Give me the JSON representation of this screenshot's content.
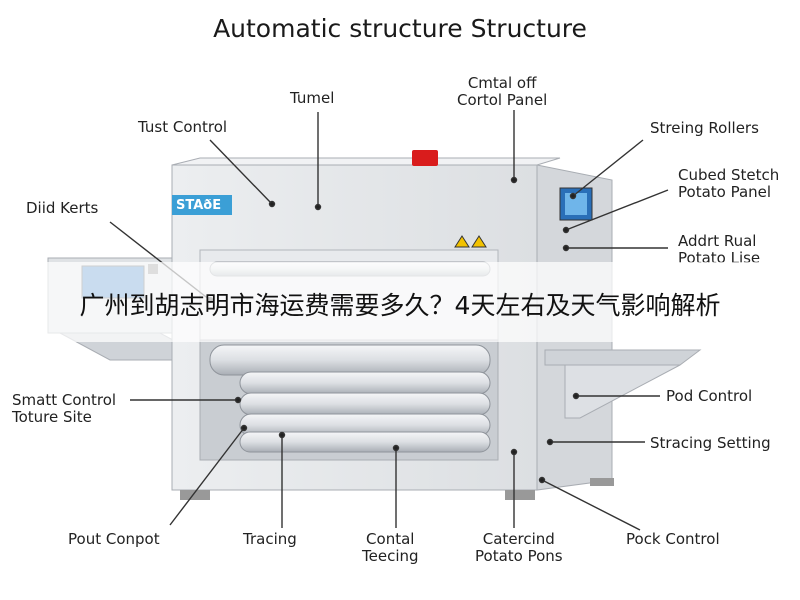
{
  "title": "Automatic structure Structure",
  "banner": "广州到胡志明市海运费需要多久？4天左右及天气影响解析",
  "badge": "STAðE",
  "labels": {
    "tumel": "Tumel",
    "central_panel": "Cmtal off\nCortol Panel",
    "tust_control": "Tust Control",
    "streing_rollers": "Streing Rollers",
    "did_kerts": "Diid Kerts",
    "cubed_stretch": "Cubed Stetch\nPotato Panel",
    "addrt_rual": "Addrt Rual\nPotato Lise",
    "smart_control": "Smatt Control\nToture Site",
    "pod_control": "Pod Control",
    "stracing_setting": "Stracing Setting",
    "pout_conpot": "Pout Conpot",
    "tracing": "Tracing",
    "contal_teecing": "Contal\nTeecing",
    "catercind": "Catercind\nPotato Pons",
    "pock_control": "Pock Control"
  },
  "colors": {
    "body": "#e4e6e9",
    "panel": "#d6d9dd",
    "outline": "#a8acb2",
    "badge": "#3b9fd6",
    "beacon": "#d91c1c",
    "screen": "#2a6fb8",
    "roller": "#dfe2e6"
  }
}
